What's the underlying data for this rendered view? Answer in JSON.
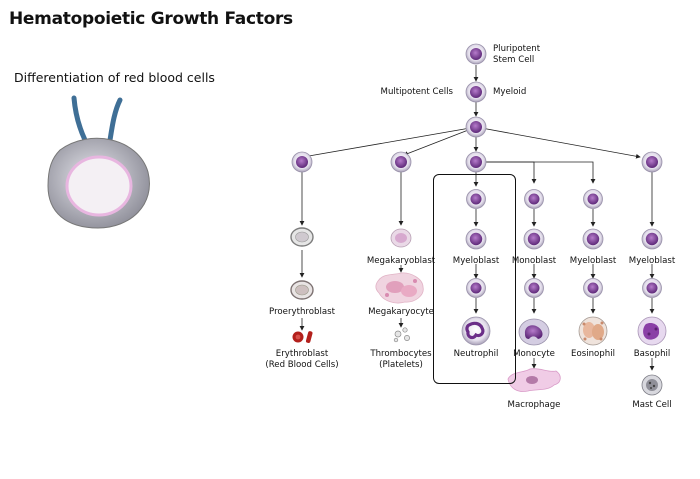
{
  "header": {
    "title": "Hematopoietic Growth Factors",
    "subtitle": "Differentiation of red blood cells"
  },
  "labels": {
    "pluripotent": [
      "Pluripotent",
      "Stem Cell"
    ],
    "multipotent": "Multipotent Cells",
    "myeloid": "Myeloid",
    "proerythroblast": "Proerythroblast",
    "erythroblast": [
      "Erythroblast",
      "(Red Blood Cells)"
    ],
    "megakaryoblast": "Megakaryoblast",
    "megakaryocyte": "Megakaryocyte",
    "thrombocytes": [
      "Thrombocytes",
      "(Platelets)"
    ],
    "myeloblast_neutrophil": "Myeloblast",
    "neutrophil": "Neutrophil",
    "monoblast": "Monoblast",
    "monocyte": "Monocyte",
    "macrophage": "Macrophage",
    "myeloblast_eosinophil": "Myeloblast",
    "eosinophil": "Eosinophil",
    "myeloblast_basophil": "Myeloblast",
    "basophil": "Basophil",
    "mast_cell": "Mast Cell"
  },
  "colors": {
    "cell_membrane": "#c9c2d6",
    "cell_nucleus": "#7b3d96",
    "erythrocyte": "#b3201c",
    "arrow": "#222222",
    "kidney_gray": "#b9b9c2",
    "kidney_pink": "#f2c8ec",
    "ureter_blue": "#3f6f96"
  }
}
